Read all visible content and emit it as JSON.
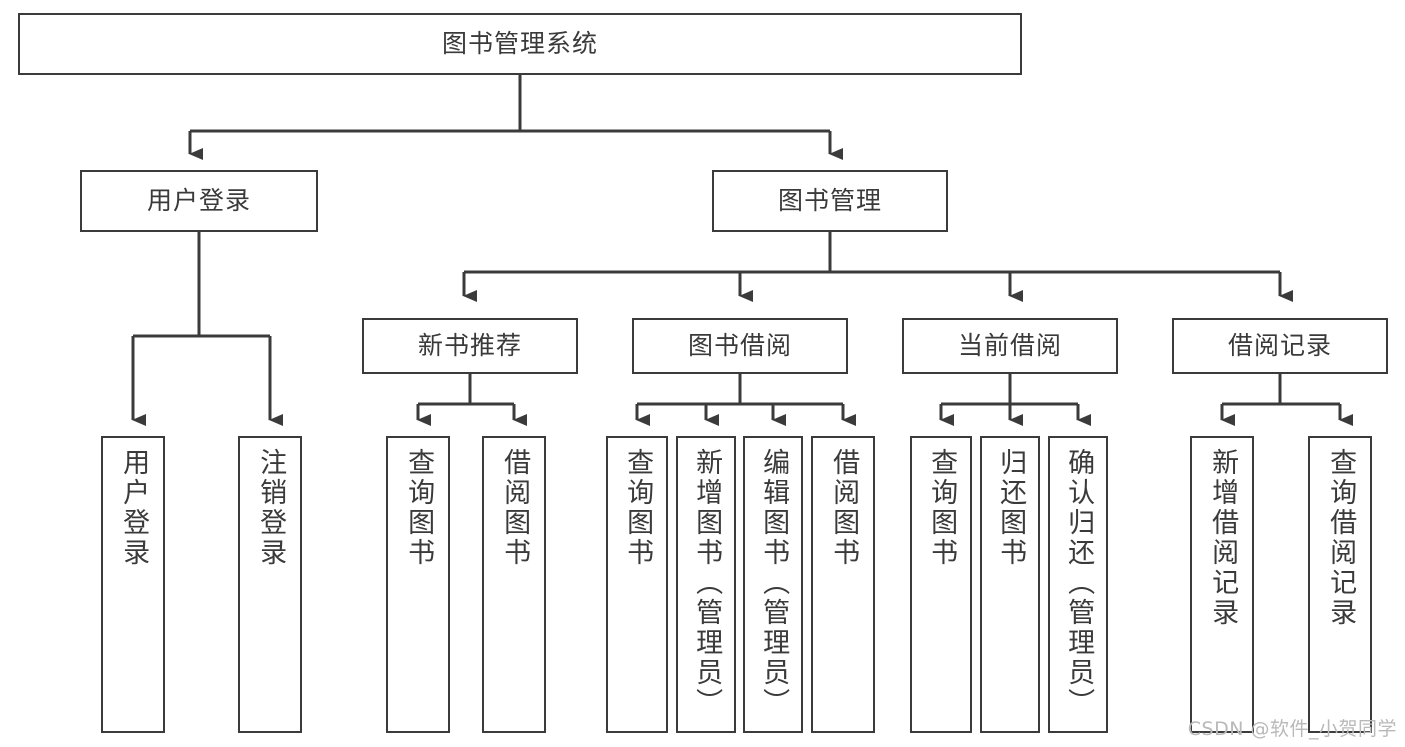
{
  "diagram": {
    "title": "图书管理系统",
    "type": "tree",
    "colors": {
      "box_border": "#3b3b3b",
      "box_fill": "#ffffff",
      "connector": "#3b3b3b",
      "text": "#3a3a3a",
      "watermark": "#b9b9b9",
      "background": "#ffffff"
    },
    "nodes": {
      "root": {
        "label": "图书管理系统"
      },
      "level2": [
        {
          "id": "user-login",
          "label": "用户登录"
        },
        {
          "id": "book-manage",
          "label": "图书管理"
        }
      ],
      "level3": [
        {
          "id": "new-book-rec",
          "label": "新书推荐"
        },
        {
          "id": "book-borrow",
          "label": "图书借阅"
        },
        {
          "id": "current-borrow",
          "label": "当前借阅"
        },
        {
          "id": "borrow-record",
          "label": "借阅记录"
        }
      ],
      "leaves": {
        "user_login": [
          {
            "id": "leaf-user-login",
            "label": "用户登录"
          },
          {
            "id": "leaf-logout-login",
            "label": "注销登录"
          }
        ],
        "new_book_rec": [
          {
            "id": "leaf-query-book-1",
            "label": "查询图书"
          },
          {
            "id": "leaf-borrow-book-1",
            "label": "借阅图书"
          }
        ],
        "book_borrow": [
          {
            "id": "leaf-query-book-2",
            "label": "查询图书"
          },
          {
            "id": "leaf-add-book",
            "label": "新增图书（管理员）"
          },
          {
            "id": "leaf-edit-book",
            "label": "编辑图书（管理员）"
          },
          {
            "id": "leaf-borrow-book-2",
            "label": "借阅图书"
          }
        ],
        "current_borrow": [
          {
            "id": "leaf-query-book-3",
            "label": "查询图书"
          },
          {
            "id": "leaf-return-book",
            "label": "归还图书"
          },
          {
            "id": "leaf-confirm-return",
            "label": "确认归还（管理员）"
          }
        ],
        "borrow_record": [
          {
            "id": "leaf-add-record",
            "label": "新增借阅记录"
          },
          {
            "id": "leaf-query-record",
            "label": "查询借阅记录"
          }
        ]
      }
    }
  },
  "watermark": {
    "text": "CSDN @软件_小贺同学"
  }
}
